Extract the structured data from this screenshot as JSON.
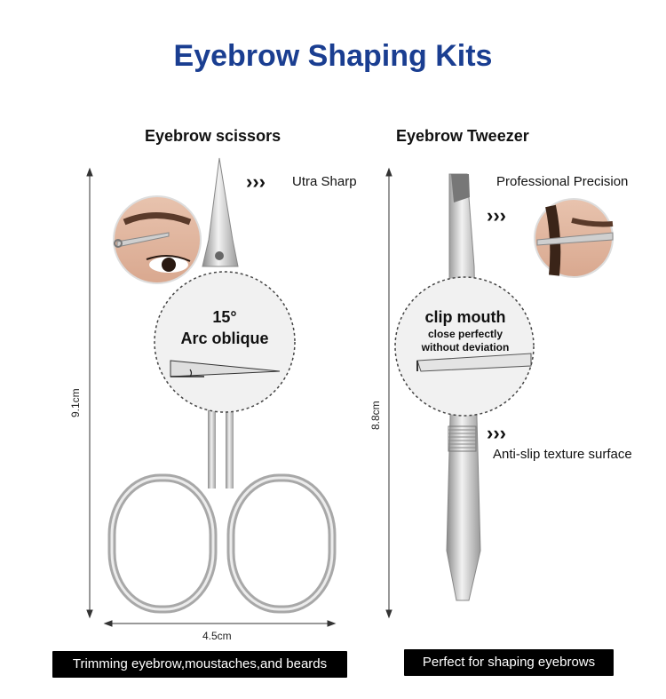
{
  "title": "Eyebrow Shaping Kits",
  "scissors": {
    "heading": "Eyebrow scissors",
    "feature": "Utra Sharp",
    "angle_big": "15°",
    "angle_text": "Arc oblique",
    "height_dim": "9.1cm",
    "width_dim": "4.5cm",
    "banner": "Trimming eyebrow,moustaches,and beards"
  },
  "tweezer": {
    "heading": "Eyebrow Tweezer",
    "feature_top": "Professional Precision",
    "clip_big": "clip mouth",
    "clip_line1": "close perfectly",
    "clip_line2": "without deviation",
    "feature_bottom": "Anti-slip texture surface",
    "height_dim": "8.8cm",
    "banner": "Perfect for shaping eyebrows"
  },
  "colors": {
    "title": "#1a3e91",
    "banner_bg": "#000000",
    "banner_text": "#ffffff"
  }
}
